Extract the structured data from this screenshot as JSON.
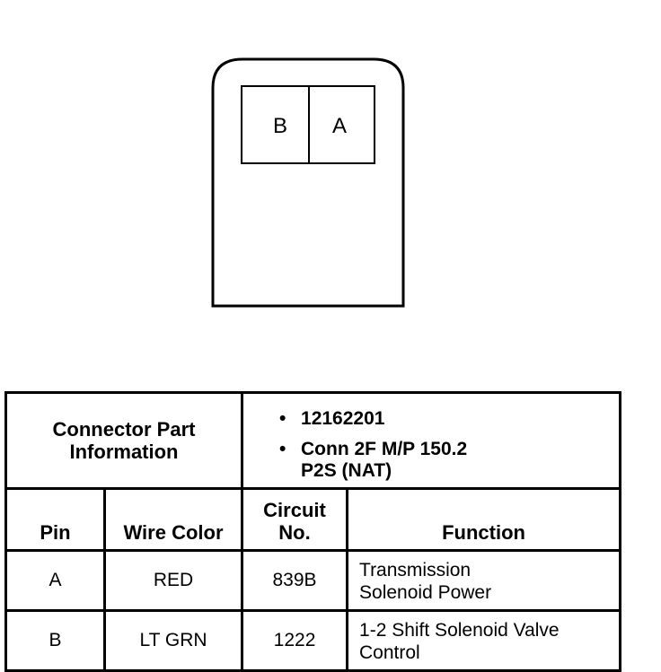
{
  "connector": {
    "cavities": [
      "B",
      "A"
    ]
  },
  "table": {
    "part_info_label_line1": "Connector Part",
    "part_info_label_line2": "Information",
    "part_bullets": [
      {
        "symbol": "•",
        "line1": "12162201",
        "line2": ""
      },
      {
        "symbol": "•",
        "line1": "Conn 2F M/P 150.2",
        "line2": "P2S (NAT)"
      }
    ],
    "headers": {
      "pin": "Pin",
      "wire_color": "Wire Color",
      "circuit_line1": "Circuit",
      "circuit_line2": "No.",
      "function": "Function"
    },
    "rows": [
      {
        "pin": "A",
        "wire_color": "RED",
        "circuit": "839B",
        "function_line1": "Transmission",
        "function_line2": "Solenoid Power"
      },
      {
        "pin": "B",
        "wire_color": "LT GRN",
        "circuit": "1222",
        "function_line1": "1-2 Shift Solenoid Valve",
        "function_line2": "Control"
      }
    ]
  }
}
